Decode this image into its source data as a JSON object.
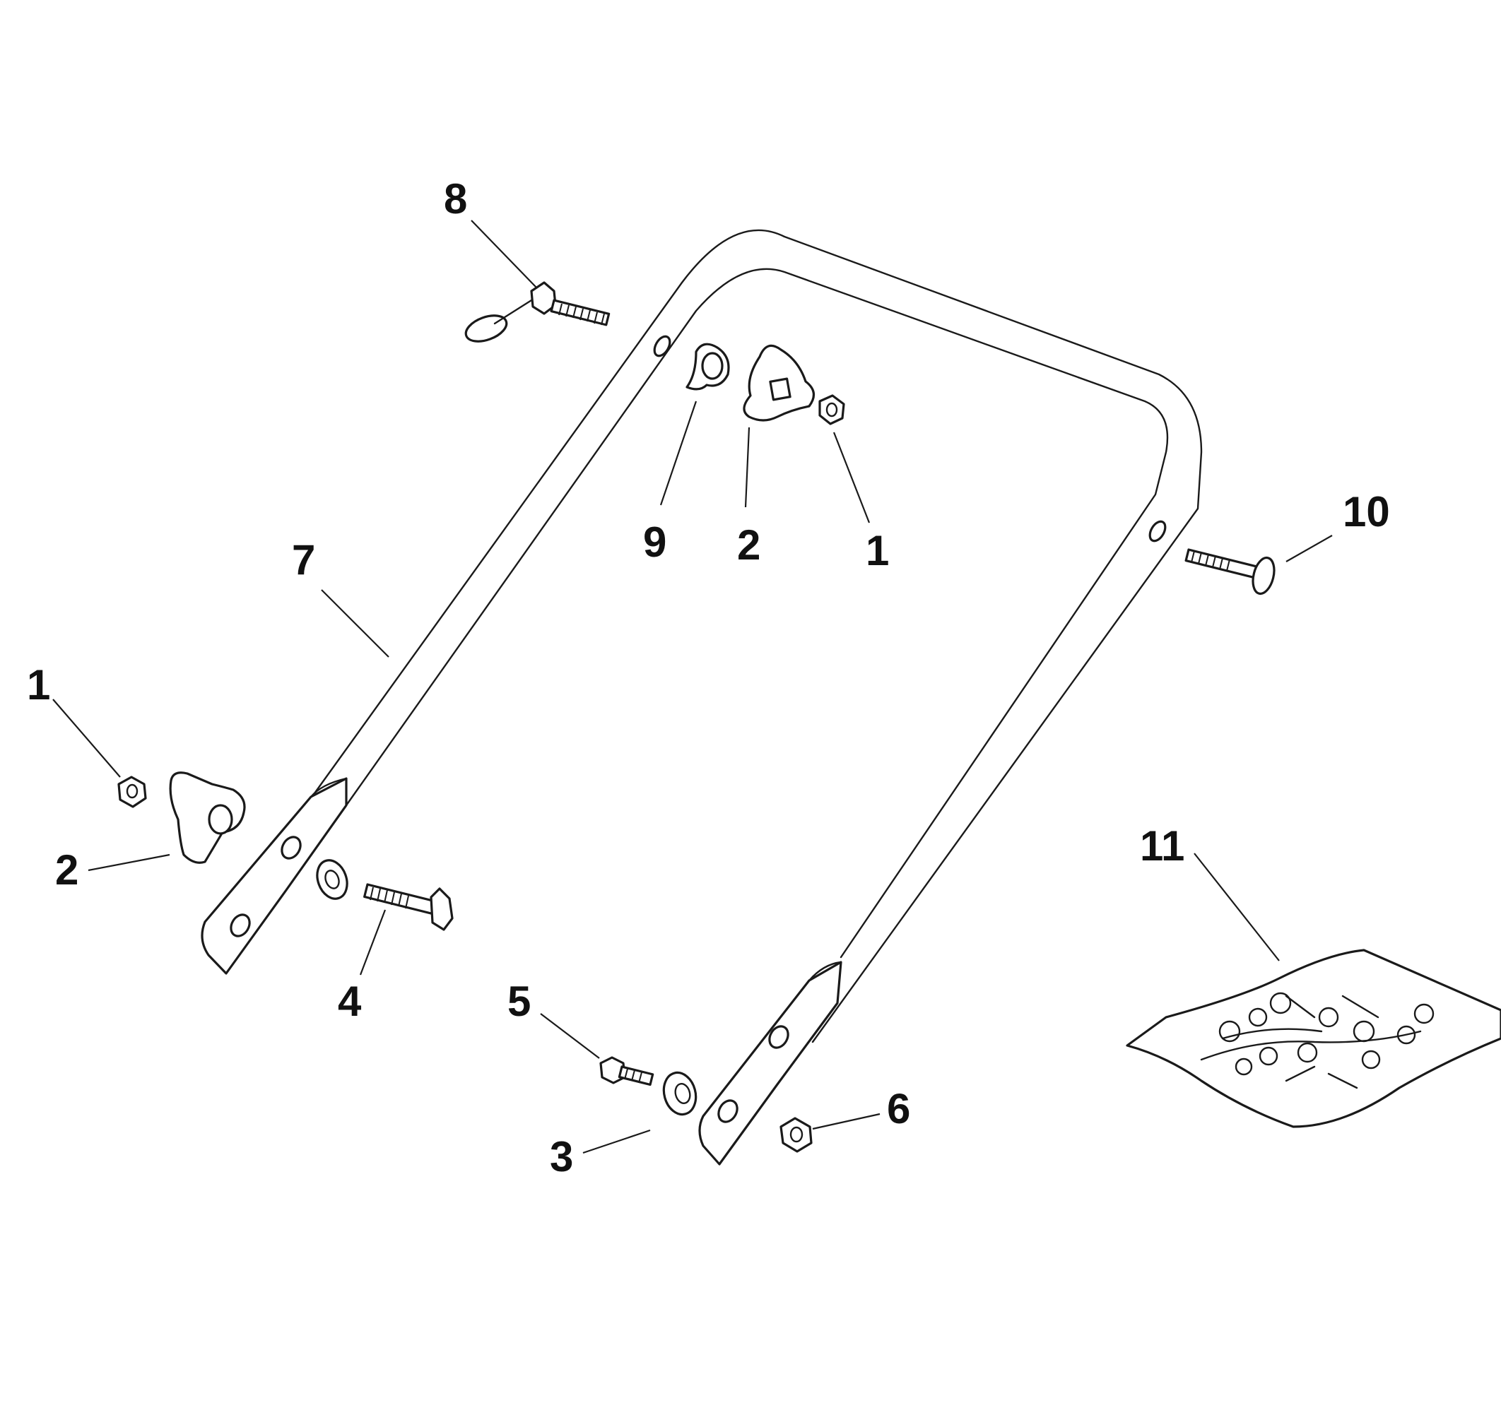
{
  "callouts": {
    "c8": "8",
    "c9": "9",
    "c2_top": "2",
    "c1_top": "1",
    "c10": "10",
    "c7": "7",
    "c1_left": "1",
    "c2_left": "2",
    "c4": "4",
    "c5": "5",
    "c3": "3",
    "c6": "6",
    "c11": "11"
  }
}
